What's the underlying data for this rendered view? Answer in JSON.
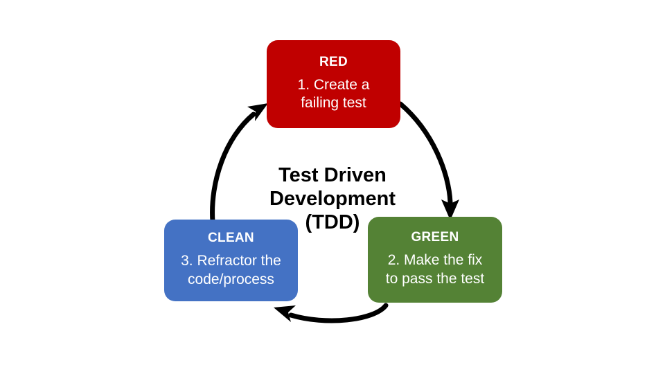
{
  "diagram": {
    "center_title": {
      "line1": "Test Driven",
      "line2": "Development",
      "line3": "(TDD)"
    },
    "background_color": "#FFFFFF",
    "nodes": [
      {
        "id": "red",
        "title": "RED",
        "description_line1": "1. Create a",
        "description_line2": "failing test",
        "color": "#C00000",
        "text_color": "#FFFFFF",
        "step": 1
      },
      {
        "id": "green",
        "title": "GREEN",
        "description_line1": "2. Make the fix",
        "description_line2": "to pass the test",
        "color": "#548235",
        "text_color": "#FFFFFF",
        "step": 2
      },
      {
        "id": "clean",
        "title": "CLEAN",
        "description_line1": "3. Refractor the",
        "description_line2": "code/process",
        "color": "#4472C4",
        "text_color": "#FFFFFF",
        "step": 3
      }
    ],
    "arrows": [
      {
        "id": "red-to-green",
        "from": "red",
        "to": "green",
        "color": "#000000"
      },
      {
        "id": "green-to-clean",
        "from": "green",
        "to": "clean",
        "color": "#000000"
      },
      {
        "id": "clean-to-red",
        "from": "clean",
        "to": "red",
        "color": "#000000"
      }
    ]
  }
}
